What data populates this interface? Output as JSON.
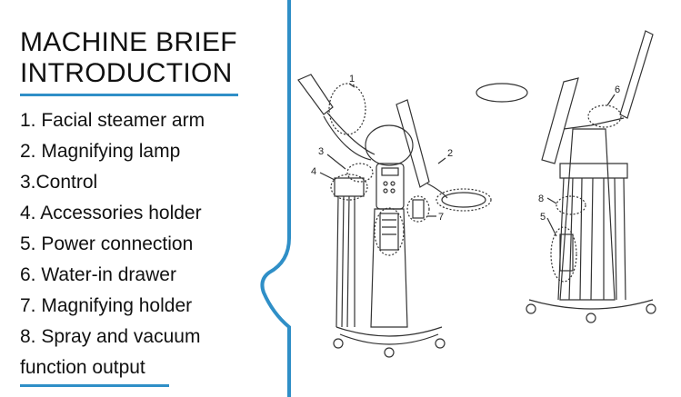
{
  "title": {
    "line1": "MACHINE BRIEF",
    "line2": "INTRODUCTION"
  },
  "items": [
    "1. Facial steamer arm",
    "2. Magnifying lamp",
    "3.Control",
    "4. Accessories holder",
    "5. Power connection",
    "6. Water-in drawer",
    "7. Magnifying holder",
    "8. Spray and vacuum",
    "function output"
  ],
  "callouts": {
    "front": [
      "1",
      "2",
      "3",
      "4",
      "7"
    ],
    "back": [
      "6",
      "8",
      "5"
    ]
  },
  "colors": {
    "accent": "#2f8fc7",
    "text": "#111111",
    "drawing": "#333333"
  }
}
